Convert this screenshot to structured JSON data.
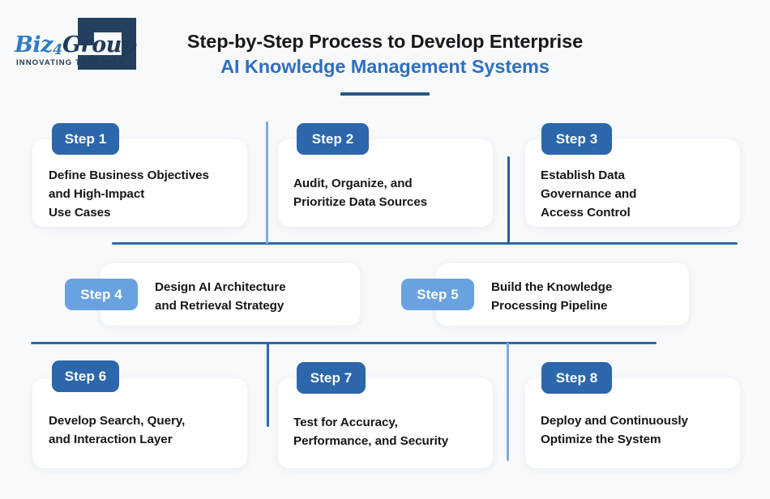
{
  "brand": {
    "name_part1": "Biz",
    "name_digit": "4",
    "name_part2": "Group",
    "tagline": "INNOVATING TOGETHER"
  },
  "header": {
    "title_line1": "Step-by-Step Process to Develop Enterprise",
    "title_line2": "AI Knowledge Management Systems"
  },
  "colors": {
    "background": "#f7f9fb",
    "badge_dark": "#2c66ab",
    "badge_light": "#69a2e0",
    "accent_navy": "#2c5782",
    "title_blue": "#2f6fc0",
    "line_blue": "#2f6aa8",
    "line_light_blue": "#7badde"
  },
  "steps": [
    {
      "badge": "Step 1",
      "text": "Define Business Objectives\nand High-Impact\nUse Cases",
      "style": "dark"
    },
    {
      "badge": "Step 2",
      "text": "Audit, Organize, and\nPrioritize Data Sources",
      "style": "dark"
    },
    {
      "badge": "Step 3",
      "text": "Establish Data\nGovernance and\nAccess Control",
      "style": "dark"
    },
    {
      "badge": "Step 4",
      "text": "Design AI Architecture\nand Retrieval Strategy",
      "style": "light"
    },
    {
      "badge": "Step 5",
      "text": "Build the Knowledge\nProcessing Pipeline",
      "style": "light"
    },
    {
      "badge": "Step 6",
      "text": "Develop Search, Query,\nand Interaction Layer",
      "style": "dark"
    },
    {
      "badge": "Step 7",
      "text": "Test for Accuracy,\nPerformance, and Security",
      "style": "dark"
    },
    {
      "badge": "Step 8",
      "text": "Deploy and Continuously\nOptimize the System",
      "style": "dark"
    }
  ]
}
